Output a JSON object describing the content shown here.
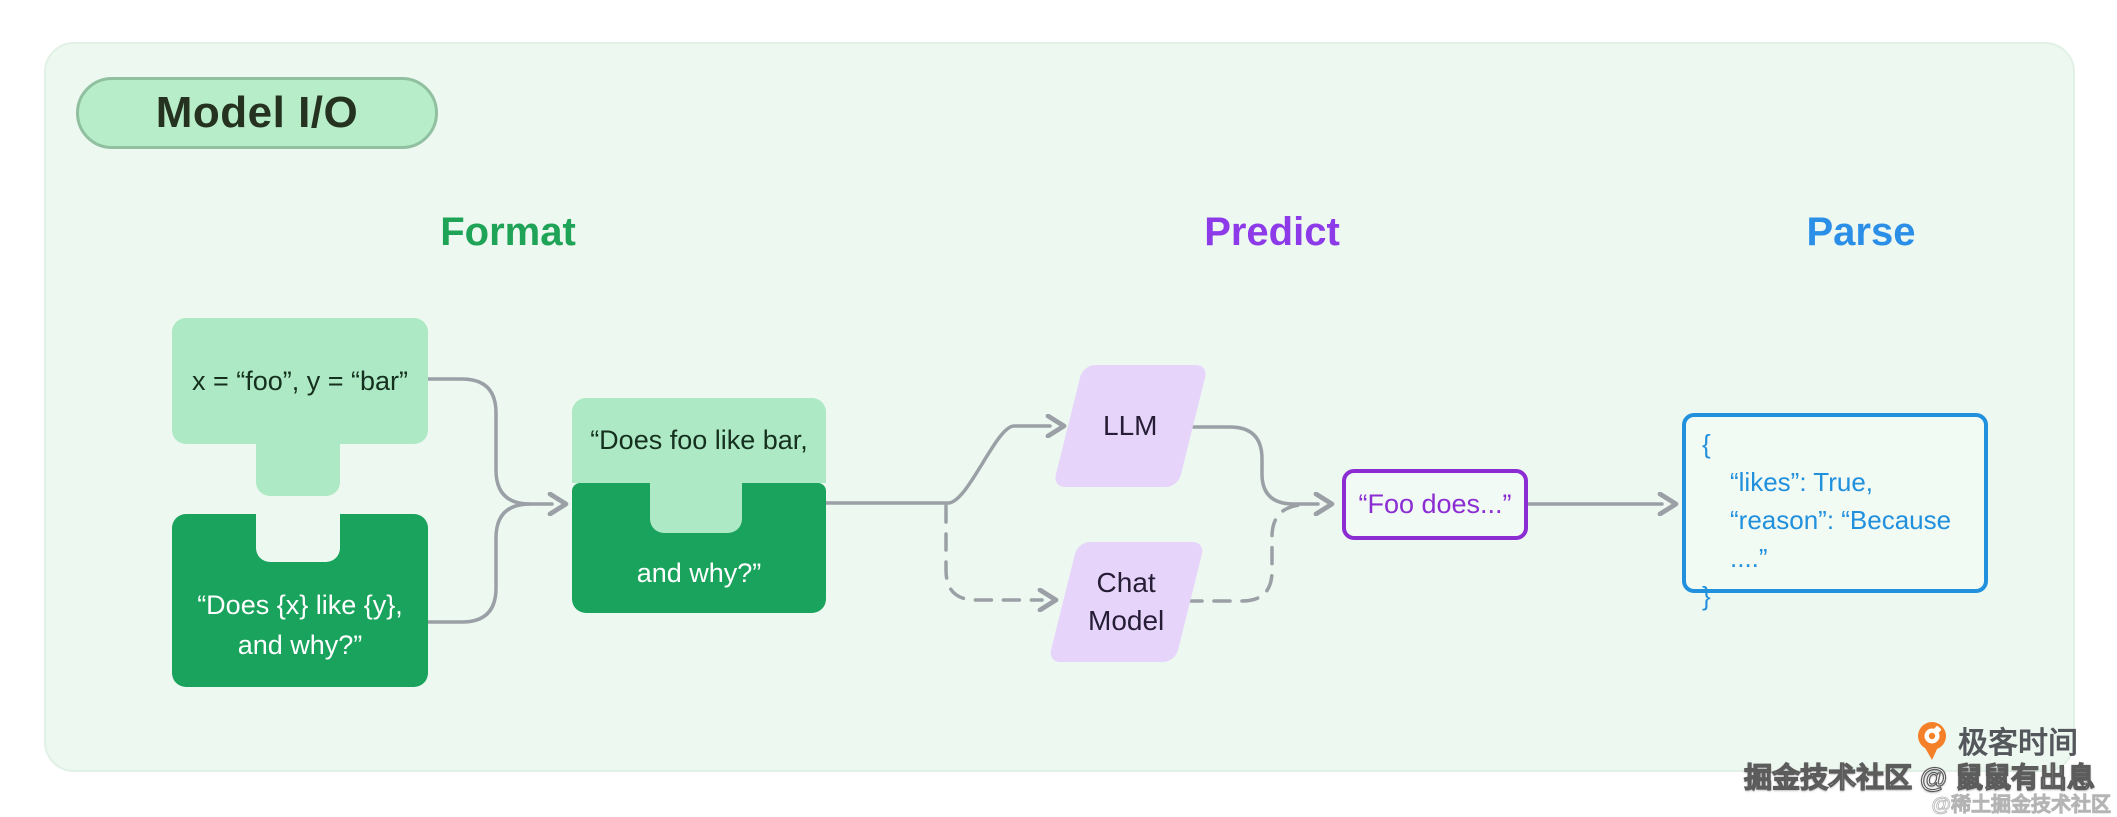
{
  "badge": {
    "label": "Model I/O"
  },
  "columns": {
    "format": {
      "label": "Format",
      "color": "#1fa356"
    },
    "predict": {
      "label": "Predict",
      "color": "#8d3be8"
    },
    "parse": {
      "label": "Parse",
      "color": "#2b8fe8"
    }
  },
  "format": {
    "values_box": {
      "text": "x = “foo”, y = “bar”"
    },
    "template_box": {
      "line1": "“Does {x} like {y},",
      "line2": "and why?”"
    },
    "merged_box": {
      "top_text": "“Does foo like bar,",
      "bottom_text": "and why?”"
    }
  },
  "predict": {
    "llm_box": {
      "label": "LLM"
    },
    "chat_model_box": {
      "line1": "Chat",
      "line2": "Model"
    },
    "output_box": {
      "text": "“Foo does...”"
    }
  },
  "parse": {
    "json_box": {
      "lines": [
        "{",
        "“likes”: True,",
        "“reason”: “Because ....”",
        "}"
      ]
    }
  },
  "branding": {
    "logo_text": "极客时间"
  },
  "watermarks": {
    "line1": "掘金技术社区 @ 鼠鼠有出息",
    "line2": "@稀土掘金技术社区"
  },
  "colors": {
    "panel_bg": "#edf8f0",
    "light_green": "#ace9c4",
    "dark_green": "#1aa35c",
    "badge_bg": "#b7edc9",
    "badge_border": "#90c0a0",
    "format_heading": "#1fa356",
    "predict_heading": "#8d3be8",
    "parse_heading": "#2b8fe8",
    "parallelogram_fill": "#e7d4fa",
    "output_border": "#8b2dd2",
    "json_border": "#2190dd",
    "connector_gray": "#9aa0a5",
    "logo_orange": "#f5802a"
  }
}
